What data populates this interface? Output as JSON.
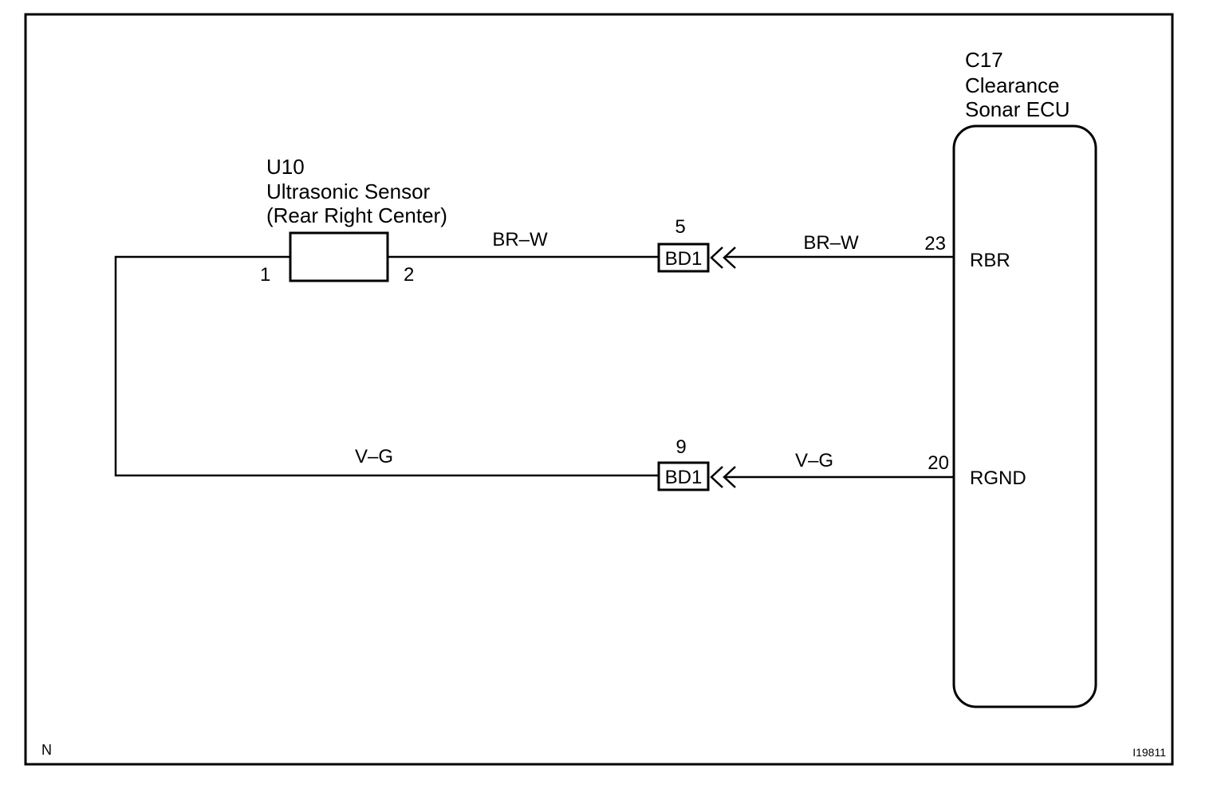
{
  "sensor": {
    "code": "U10",
    "name": "Ultrasonic Sensor",
    "position": "(Rear Right Center)",
    "pin1": "1",
    "pin2": "2"
  },
  "ecu": {
    "code": "C17",
    "name_line1": "Clearance",
    "name_line2": "Sonar ECU",
    "pin_upper": "23",
    "pin_lower": "20",
    "terminal_upper": "RBR",
    "terminal_lower": "RGND"
  },
  "connectors": [
    {
      "name": "BD1",
      "pin": "5"
    },
    {
      "name": "BD1",
      "pin": "9"
    }
  ],
  "wires": {
    "upper_left": "BR–W",
    "upper_right": "BR–W",
    "lower_left": "V–G",
    "lower_right": "V–G"
  },
  "footer": {
    "corner_letter": "N",
    "figure_id": "I19811"
  }
}
